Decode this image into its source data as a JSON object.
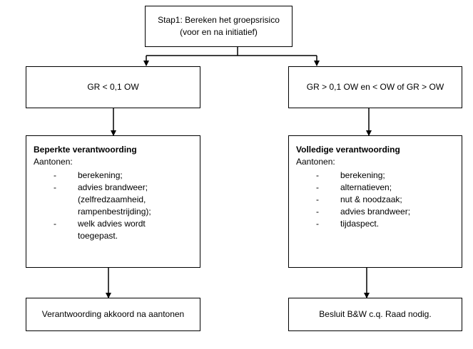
{
  "step": {
    "text": "Stap1: Bereken het groepsrisico (voor en na initiatief)"
  },
  "left": {
    "condition": "GR < 0,1 OW",
    "detail_title": "Beperkte verantwoording",
    "detail_sub": "Aantonen:",
    "items": [
      {
        "lines": [
          "berekening;"
        ]
      },
      {
        "lines": [
          "advies brandweer;",
          "(zelfredzaamheid,",
          "rampenbestrijding);"
        ]
      },
      {
        "lines": [
          "welk advies wordt",
          "toegepast."
        ]
      }
    ],
    "outcome": "Verantwoording akkoord na aantonen"
  },
  "right": {
    "condition": "GR > 0,1 OW en < OW of GR > OW",
    "detail_title": "Volledige verantwoording",
    "detail_sub": "Aantonen:",
    "items": [
      {
        "lines": [
          "berekening;"
        ]
      },
      {
        "lines": [
          "alternatieven;"
        ]
      },
      {
        "lines": [
          "nut & noodzaak;"
        ]
      },
      {
        "lines": [
          "advies brandweer;"
        ]
      },
      {
        "lines": [
          "tijdaspect."
        ]
      }
    ],
    "outcome": "Besluit B&W c.q. Raad nodig."
  },
  "bullet_symbol": "-"
}
